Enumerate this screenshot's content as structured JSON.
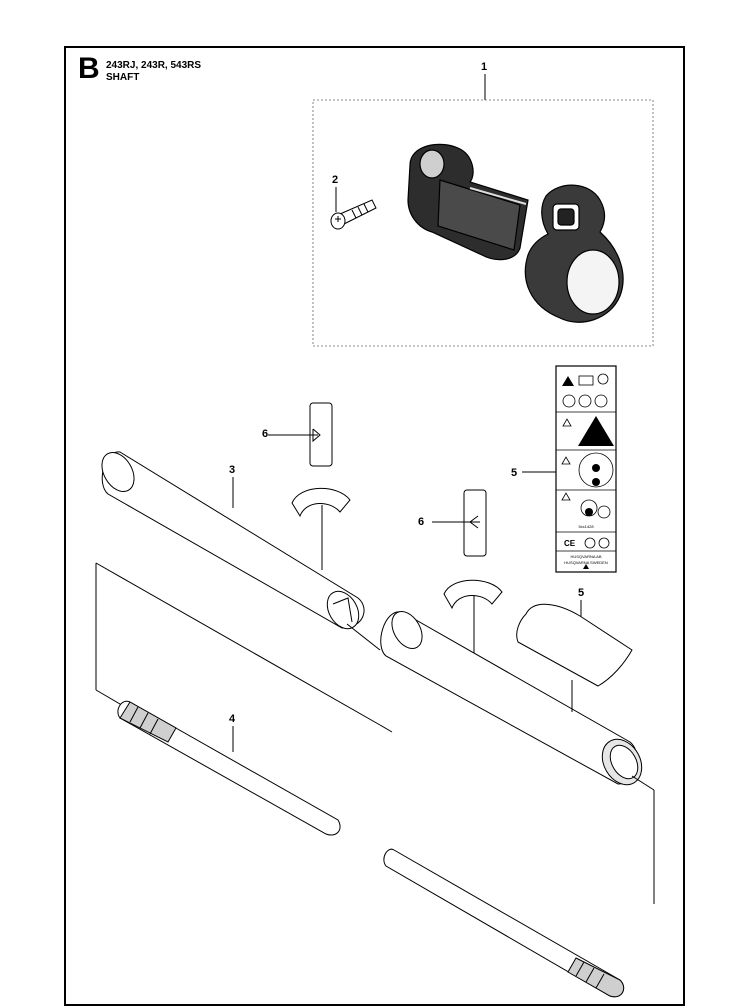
{
  "header": {
    "section_letter": "B",
    "models": "243RJ, 243R, 543RS",
    "title": "SHAFT"
  },
  "callouts": [
    {
      "id": "1",
      "text": "1"
    },
    {
      "id": "2",
      "text": "2"
    },
    {
      "id": "3",
      "text": "3"
    },
    {
      "id": "4",
      "text": "4"
    },
    {
      "id": "5a",
      "text": "5"
    },
    {
      "id": "5b",
      "text": "5"
    },
    {
      "id": "6a",
      "text": "6"
    },
    {
      "id": "6b",
      "text": "6"
    }
  ],
  "decal": {
    "part_number": "5xx1428",
    "maker_line1": "HUSQVARNA AB",
    "maker_line2": "HUSQVARNA SWEDEN",
    "ce_mark": "CE"
  }
}
